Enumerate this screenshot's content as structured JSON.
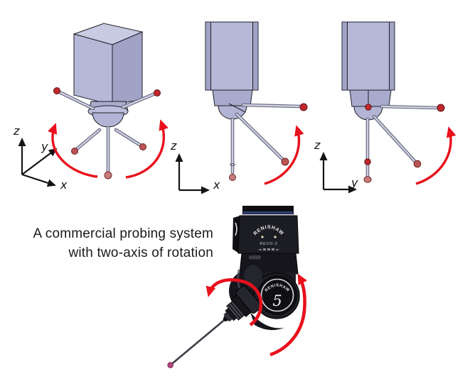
{
  "caption": {
    "line1": "A commercial probing system",
    "line2": "with two-axis of rotation"
  },
  "axis_labels": {
    "iso": {
      "z": "z",
      "y": "y",
      "x": "x"
    },
    "front_x": {
      "z": "z",
      "x": "x"
    },
    "front_y": {
      "z": "z",
      "y": "y"
    }
  },
  "product": {
    "brand": "RENISHAW",
    "model": "REVO-2",
    "badge_brand": "RENISHAW",
    "badge_mark": "5"
  },
  "colors": {
    "probe_body": "#b6b8d8",
    "probe_body_shadow": "#a0a2c6",
    "probe_body_light": "#c9cbe3",
    "rotation_arrow_red": "#e8101c",
    "stylus_ball_red": "#c1272d",
    "ruby_tip_pink": "#b2447c",
    "device_black": "#1c1c23"
  }
}
